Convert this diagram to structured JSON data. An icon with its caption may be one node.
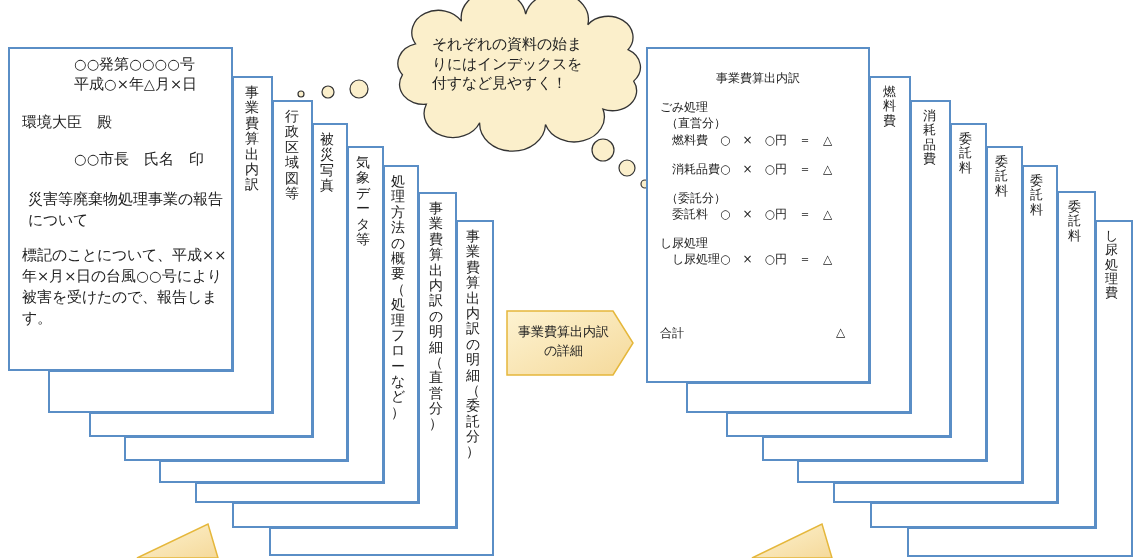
{
  "diagram": {
    "nodes": [
      {
        "text": [
          "○○発第○○○○号",
          "平成○×年△月×日",
          "環境大臣　殿",
          "○○市長　氏名　印",
          "災害等廃棄物処理事業の報告について",
          "標記のことについて、平成××年×月×日の台風○○号により被害を受けたので、報告します。"
        ]
      },
      {
        "text": [
          "事業費算出内訳"
        ]
      },
      {
        "text": [
          "行政区域図等"
        ]
      },
      {
        "text": [
          "被災写真"
        ]
      },
      {
        "text": [
          "気象データ等"
        ]
      },
      {
        "text": [
          "処理方法の概要（処理フローなど）"
        ]
      },
      {
        "text": [
          "事業費算出内訳の明細（直営分）"
        ]
      },
      {
        "text": [
          "事業費算出内訳の明細（委託分）"
        ]
      },
      {
        "text": [
          "それぞれの資料の始まりにはインデックスを付すなど見やすく！"
        ]
      },
      {
        "text": [
          "事業費算出内訳",
          "ごみ処理",
          "（直営分）",
          "燃料費　○　×　○円　＝　△",
          "消耗品費○　×　○円　＝　△",
          "（委託分）",
          "委託料　○　×　○円　＝　△",
          "し尿処理",
          "し尿処理○　×　○円　＝　△",
          "合計",
          "△"
        ]
      },
      {
        "text": [
          "燃料費"
        ]
      },
      {
        "text": [
          "消耗品費"
        ]
      },
      {
        "text": [
          "委託料"
        ]
      },
      {
        "text": [
          "委託料"
        ]
      },
      {
        "text": [
          "委託料"
        ]
      },
      {
        "text": [
          "委託料"
        ]
      },
      {
        "text": [
          "し尿処理費"
        ]
      }
    ],
    "edges": [
      {
        "from": 7,
        "to": 9,
        "arrow": "to",
        "label": "事業費算出内訳の詳細"
      }
    ]
  }
}
